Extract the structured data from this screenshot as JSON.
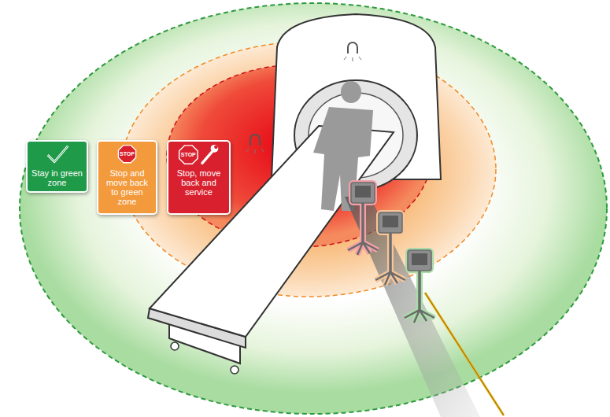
{
  "diagram": {
    "nodes": [
      {
        "text": [
          "Stay in green zone"
        ]
      },
      {
        "text": [
          "Stop and move back to green zone"
        ]
      },
      {
        "text": [
          "Stop, move back and service"
        ]
      }
    ],
    "labels": [
      "STOP",
      "STOP"
    ]
  }
}
